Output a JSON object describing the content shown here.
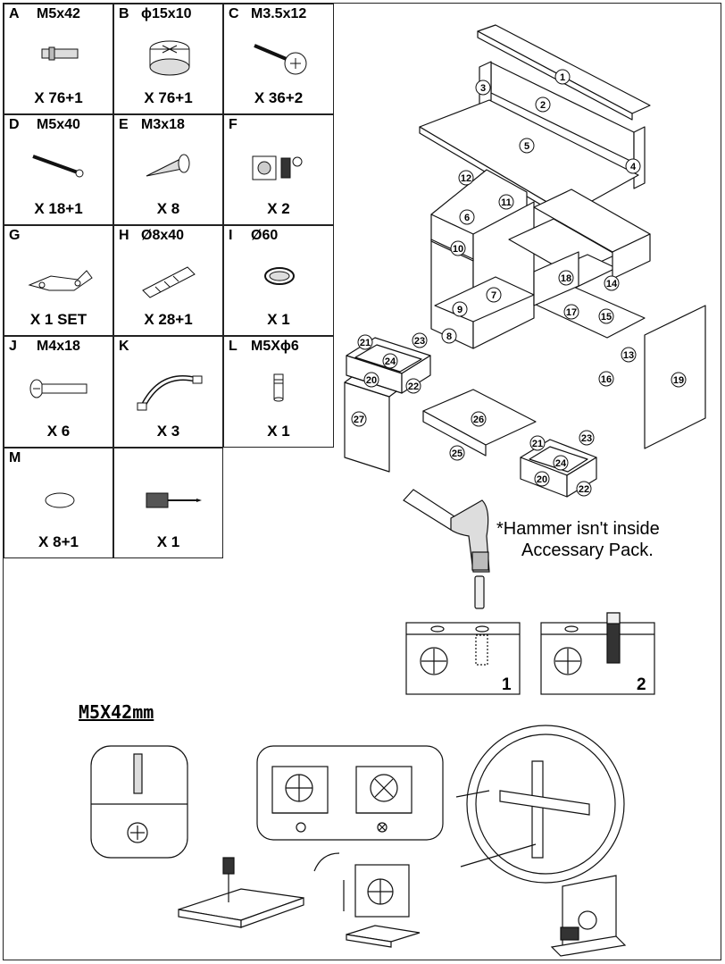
{
  "parts": [
    {
      "letter": "A",
      "spec": "M5x42",
      "qty": "X 76+1",
      "icon": "cam-bolt-icon"
    },
    {
      "letter": "B",
      "spec": "ϕ15x10",
      "qty": "X 76+1",
      "icon": "cam-lock-icon"
    },
    {
      "letter": "C",
      "spec": "M3.5x12",
      "qty": "X 36+2",
      "icon": "wood-screw-icon"
    },
    {
      "letter": "D",
      "spec": "M5x40",
      "qty": "X 18+1",
      "icon": "long-screw-icon"
    },
    {
      "letter": "E",
      "spec": "M3x18",
      "qty": "X 8",
      "icon": "short-screw-icon"
    },
    {
      "letter": "F",
      "spec": "",
      "qty": "X 2",
      "icon": "lock-key-icon"
    },
    {
      "letter": "G",
      "spec": "",
      "qty": "X 1  SET",
      "icon": "hinge-icon"
    },
    {
      "letter": "H",
      "spec": "Ø8x40",
      "qty": "X 28+1",
      "icon": "wood-dowel-icon"
    },
    {
      "letter": "I",
      "spec": "Ø60",
      "qty": "X 1",
      "icon": "grommet-icon"
    },
    {
      "letter": "J",
      "spec": "M4x18",
      "qty": "X 6",
      "icon": "machine-screw-icon"
    },
    {
      "letter": "K",
      "spec": "",
      "qty": "X 3",
      "icon": "handle-icon"
    },
    {
      "letter": "L",
      "spec": "M5Xϕ6",
      "qty": "X 1",
      "icon": "threaded-pin-icon"
    },
    {
      "letter": "M",
      "spec": "",
      "qty": "X 8+1",
      "icon": "cover-cap-icon"
    },
    {
      "letter": "",
      "spec": "",
      "qty": "X 1",
      "icon": "screwdriver-icon"
    }
  ],
  "exploded_numbers": [
    "1",
    "2",
    "3",
    "4",
    "5",
    "6",
    "7",
    "8",
    "9",
    "10",
    "11",
    "12",
    "13",
    "14",
    "15",
    "16",
    "17",
    "18",
    "19",
    "20",
    "21",
    "22",
    "23",
    "24",
    "25",
    "26",
    "27",
    "20",
    "21",
    "22",
    "23",
    "24"
  ],
  "hammer_note": {
    "line1": "*Hammer isn't inside",
    "line2": "Accessary Pack."
  },
  "step_panels": {
    "p1": "1",
    "p2": "2"
  },
  "section_title": "M5X42mm"
}
